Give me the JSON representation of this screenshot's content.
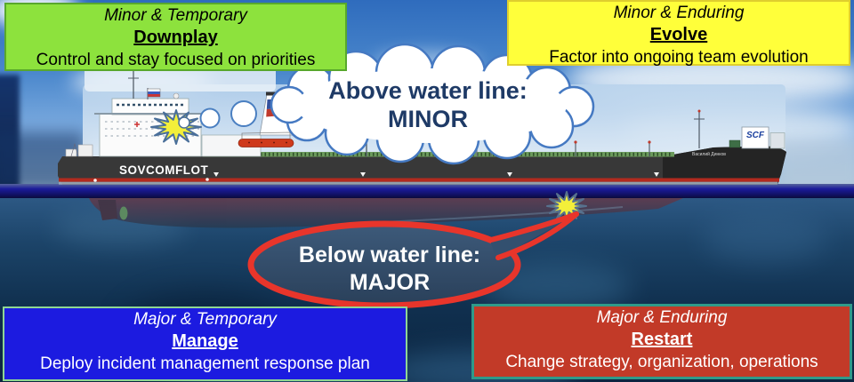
{
  "slide": {
    "quadrants": {
      "minor_temporary": {
        "category": "Minor & Temporary",
        "action": "Downplay",
        "description": "Control and stay focused on priorities",
        "color": "#8de23d"
      },
      "minor_enduring": {
        "category": "Minor & Enduring",
        "action": "Evolve",
        "description": "Factor into ongoing team evolution",
        "color": "#ffff3a"
      },
      "major_temporary": {
        "category": "Major & Temporary",
        "action": "Manage",
        "description": "Deploy incident management response plan",
        "color": "#1c1be0"
      },
      "major_enduring": {
        "category": "Major & Enduring",
        "action": "Restart",
        "description": "Change strategy, organization, operations",
        "color": "#c23a28"
      }
    },
    "callouts": {
      "above_water": {
        "line1": "Above water line:",
        "line2": "MINOR",
        "shape": "thought-cloud",
        "text_color": "#1e3a66"
      },
      "below_water": {
        "line1": "Below water line:",
        "line2": "MAJOR",
        "shape": "red-outlined-oval",
        "outline_color": "#e8352b",
        "fill_color": "#33506f"
      }
    },
    "ship": {
      "hull_brand": "SOVCOMFLOT",
      "bow_logo": "SCF",
      "vessel_name": "Василий Динков",
      "icons": [
        "explosion-above-waterline",
        "explosion-below-waterline",
        "thought-bubble-dots",
        "russian-flag"
      ]
    }
  }
}
